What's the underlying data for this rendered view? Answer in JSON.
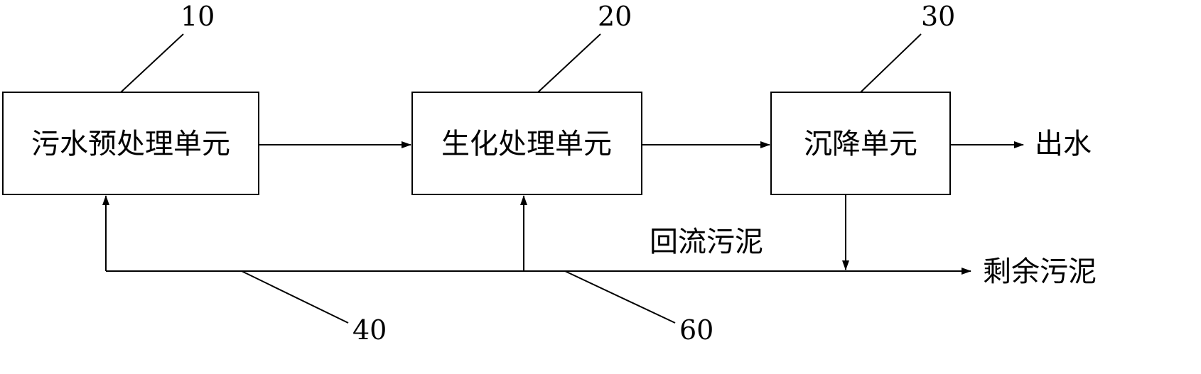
{
  "boxes": {
    "pretreatment": "污水预处理单元",
    "biochemical": "生化处理单元",
    "sedimentation": "沉降单元"
  },
  "outputs": {
    "effluent": "出水",
    "surplus_sludge": "剩余污泥"
  },
  "annotations": {
    "return_sludge": "回流污泥"
  },
  "reference_numbers": {
    "pretreatment": "10",
    "biochemical": "20",
    "sedimentation": "30",
    "return_line_left": "40",
    "return_line_right": "60"
  },
  "colors": {
    "line": "#000000",
    "background": "#ffffff"
  }
}
